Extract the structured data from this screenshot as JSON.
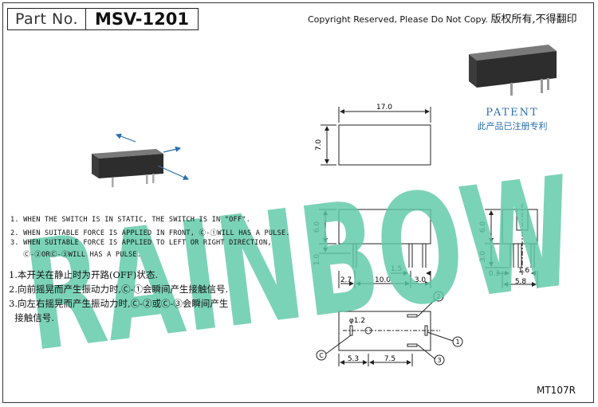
{
  "header": {
    "part_label": "Part No.",
    "part_number": "MSV-1201",
    "copyright_en": "Copyright Reserved, Please Do Not Copy.",
    "copyright_cn": "版权所有,不得翻印"
  },
  "patent": {
    "title": "PATENT",
    "subtitle": "此产品已注册专利"
  },
  "watermark": {
    "text": "RAINBOW",
    "color": "#5ec9a7"
  },
  "notes_en": [
    "1. WHEN THE SWITCH IS IN STATIC, THE SWITCH IS IN \"OFF\".",
    "2. WHEN SUITABLE FORCE IS APPLIED IN FRONT, Ⓒ-①WILL HAS A PULSE.",
    "3. WHEN SUITABLE FORCE IS APPLIED TO LEFT OR RIGHT DIRECTION,",
    "   Ⓒ-②ORⒸ-③WILL HAS A PULSE."
  ],
  "notes_cn": [
    "1.本开关在静止时为开路(OFF)状态.",
    "2.向前摇晃而产生振动力时,Ⓒ-①会瞬间产生接触信号.",
    "3.向左右摇晃而产生振动力时,Ⓒ-②或Ⓒ-③会瞬间产生",
    "  接触信号."
  ],
  "dimensions": {
    "top_width": "17.0",
    "top_height": "7.0",
    "front_height": "6.0",
    "front_pin_height": "1.0",
    "front_left": "2.7",
    "front_mid": "10.0",
    "front_right": "3.0",
    "front_gap": "1.5",
    "side_height": "6.0",
    "side_pin": "3.0",
    "side_left": "0.3",
    "side_gap": "1.6",
    "side_width": "5.8",
    "hole": "φ1.2",
    "bottom_left": "5.3",
    "bottom_right": "7.5"
  },
  "pin_labels": {
    "c": "C",
    "p1": "1",
    "p2": "2",
    "p3": "3"
  },
  "model_code": "MT107R"
}
